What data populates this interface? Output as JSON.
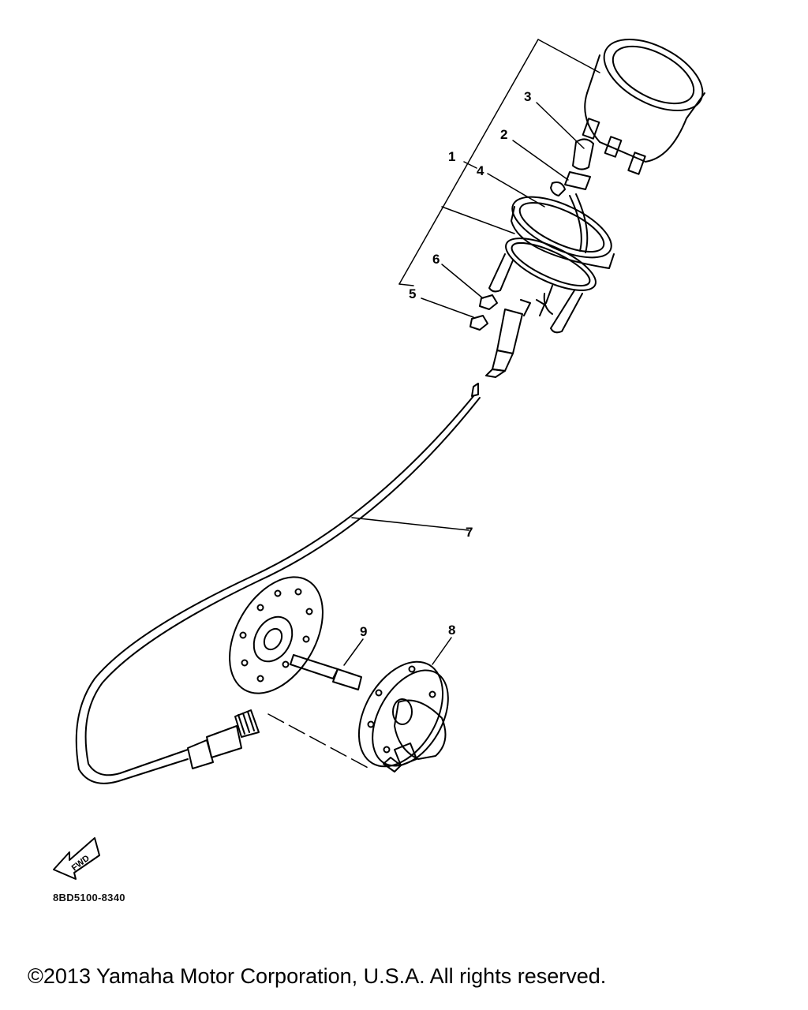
{
  "diagram": {
    "callouts": [
      {
        "id": "1",
        "label": "1"
      },
      {
        "id": "2",
        "label": "2"
      },
      {
        "id": "3",
        "label": "3"
      },
      {
        "id": "4",
        "label": "4"
      },
      {
        "id": "5",
        "label": "5"
      },
      {
        "id": "6",
        "label": "6"
      },
      {
        "id": "7",
        "label": "7"
      },
      {
        "id": "8",
        "label": "8"
      },
      {
        "id": "9",
        "label": "9"
      }
    ],
    "fwd_label": "FWD",
    "part_number": "8BD5100-8340"
  },
  "footer": {
    "copyright": "©2013 Yamaha Motor Corporation, U.S.A. All rights reserved."
  }
}
